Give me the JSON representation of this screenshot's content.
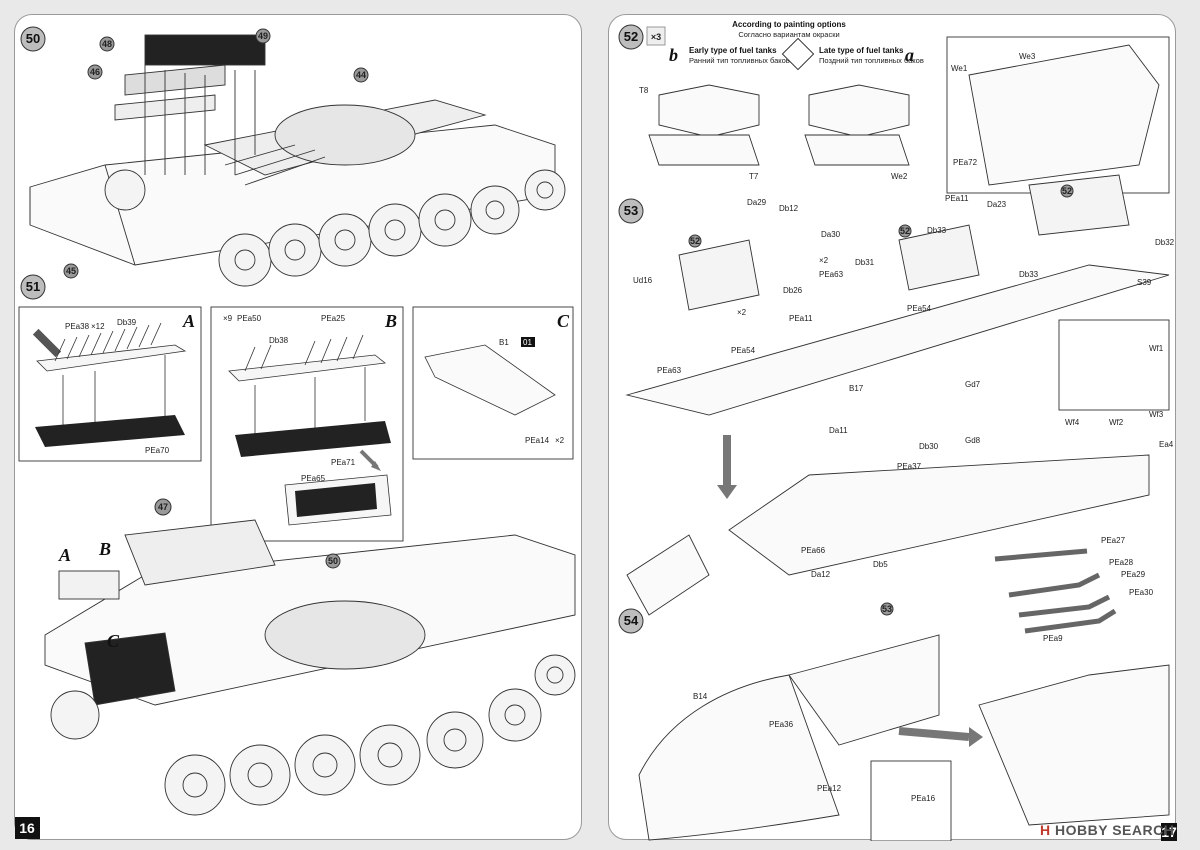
{
  "left_page": {
    "page_number": "16",
    "steps": [
      {
        "number": "50",
        "parts": [
          "48",
          "49",
          "46",
          "44",
          "45"
        ]
      },
      {
        "number": "51",
        "panels": [
          {
            "letter": "A",
            "parts": [
              "PEa38",
              "×12",
              "Db39",
              "PEa70"
            ]
          },
          {
            "letter": "B",
            "parts": [
              "×9",
              "PEa50",
              "PEa25",
              "Db38",
              "PEa71",
              "PEa65"
            ]
          },
          {
            "letter": "C",
            "parts": [
              "B1",
              "01",
              "PEa14",
              "×2"
            ]
          }
        ]
      },
      {
        "number": "47",
        "subassemblies": [
          "A",
          "B",
          "C"
        ],
        "parts": [
          "50"
        ]
      }
    ]
  },
  "right_page": {
    "page_number": "17",
    "header": {
      "title": "According to painting options",
      "title_ru": "Согласно вариантам окраски",
      "option_b_letter": "b",
      "option_b": "Early type of fuel tanks",
      "option_b_ru": "Ранний тип топливных баков",
      "option_a_letter": "a",
      "option_a": "Late type of fuel tanks",
      "option_a_ru": "Поздний тип топливных баков"
    },
    "steps": [
      {
        "number": "52",
        "multiplier": "×3",
        "parts": [
          "T8",
          "T7",
          "We2",
          "We1",
          "We3",
          "PEa72"
        ]
      },
      {
        "number": "53",
        "parts": [
          "Da29",
          "Db12",
          "Da30",
          "52",
          "Ud16",
          "PEa54",
          "×2",
          "PEa63",
          "×2",
          "Db26",
          "PEa11",
          "PEa63",
          "Db31",
          "52",
          "PEa11",
          "Db33",
          "Da23",
          "52",
          "Db32",
          "Db33",
          "S39",
          "PEa54",
          "B17",
          "Wf1",
          "Wf4",
          "Wf2",
          "Wf3",
          "Gd7",
          "Gd8",
          "Ea4",
          "Da11",
          "Db30",
          "PEa37"
        ]
      },
      {
        "number": "54",
        "parts": [
          "PEa66",
          "Db5",
          "Da12",
          "53",
          "B14",
          "PEa36",
          "PEa12",
          "PEa16",
          "PEa27",
          "PEa28",
          "PEa29",
          "PEa30",
          "PEa9"
        ]
      }
    ]
  },
  "watermark": {
    "brand": "HOBBY SEARCH",
    "icon_letter": "H"
  }
}
